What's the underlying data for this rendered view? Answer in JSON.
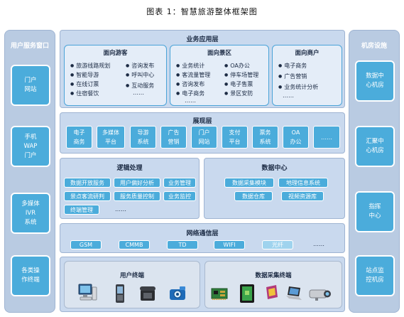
{
  "title": "图表 1：智慧旅游整体框架图",
  "left_column": {
    "heading": "用户服务窗口",
    "boxes": [
      "门户\n网站",
      "手机\nWAP\n门户",
      "多媒体\nIVR\n系统",
      "各类操\n作终端"
    ]
  },
  "right_column": {
    "heading": "机房设施",
    "boxes": [
      "数据中\n心机房",
      "汇聚中\n心机房",
      "指挥\n中心",
      "站点监\n控机房"
    ]
  },
  "business_layer": {
    "title": "业务应用层",
    "tourist": {
      "title": "面向游客",
      "items_left": [
        "旅游线路规划",
        "智能导游",
        "在线订票",
        "住宿餐饮"
      ],
      "items_right": [
        "咨询发布",
        "呼叫中心",
        "互动服务"
      ],
      "more": "……"
    },
    "scenic": {
      "title": "面向景区",
      "items_left": [
        "业务统计",
        "客流量管理",
        "咨询发布",
        "电子商务"
      ],
      "items_right": [
        "OA办公",
        "停车场管理",
        "电子售票",
        "景区安防"
      ],
      "more": "……"
    },
    "merchant": {
      "title": "面向商户",
      "items": [
        "电子商务",
        "广告营销",
        "业务统计分析"
      ],
      "more": "……"
    }
  },
  "presentation_layer": {
    "title": "展现层",
    "chips": [
      "电子\n商务",
      "多媒体\n平台",
      "导游\n系统",
      "广告\n营销",
      "门户\n网站",
      "支付\n平台",
      "票务\n系统",
      "OA\n办公",
      "……"
    ]
  },
  "logic_layer": {
    "title": "逻辑处理",
    "chips": [
      "数据开放服务",
      "用户偏好分析",
      "业务管理",
      "景点客流研判",
      "服务质量控制",
      "业务监控",
      "终端管理"
    ],
    "more": "……"
  },
  "data_center": {
    "title": "数据中心",
    "chips": [
      "数据采集模块",
      "地理信息系统",
      "数据仓库",
      "视频资源库"
    ]
  },
  "network_layer": {
    "title": "网络通信层",
    "chips": [
      "GSM",
      "CMMB",
      "TD",
      "WIFI",
      "光纤"
    ],
    "more": "……"
  },
  "user_terminal": {
    "title": "用户终端"
  },
  "data_terminal": {
    "title": "数据采集终端"
  },
  "colors": {
    "chip_blue": "#4bacdb",
    "layer_bg": "#c9d9ee",
    "side_bg": "#b9cbe2",
    "panel_bg": "#e4edf8"
  }
}
